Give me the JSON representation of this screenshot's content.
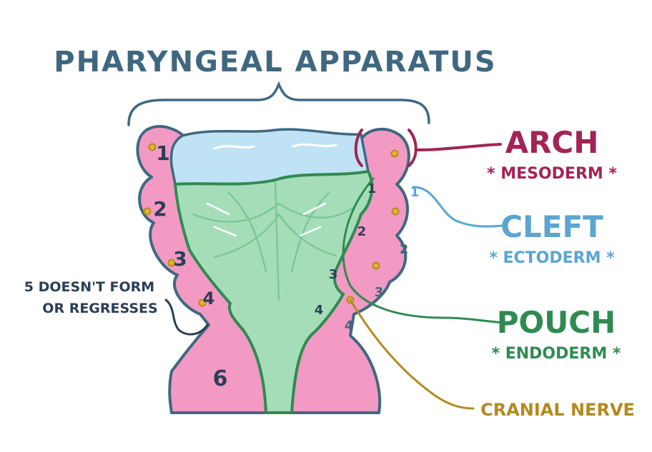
{
  "title": "PHARYNGEAL APPARATUS",
  "labels": {
    "arch": "ARCH",
    "arch_sub": "* MESODERM *",
    "cleft": "CLEFT",
    "cleft_sub": "* ECTODERM *",
    "pouch": "POUCH",
    "pouch_sub": "* ENDODERM *",
    "nerve": "CRANIAL NERVE"
  },
  "note": {
    "line1": "5 DOESN'T FORM",
    "line2": "OR REGRESSES"
  },
  "arch_numbers": [
    "1",
    "2",
    "3",
    "4",
    "6"
  ],
  "pouch_numbers": [
    "1",
    "2",
    "3",
    "4"
  ],
  "cleft_numbers": [
    "1",
    "2",
    "3",
    "4"
  ],
  "colors": {
    "arch": "#a22456",
    "cleft": "#5aa5d2",
    "pouch": "#2f8a52",
    "nerve": "#b48a1e",
    "outline": "#3f6880",
    "pink_fill": "#f29ac4",
    "green_fill": "#a6ddb9",
    "blue_fill": "#bfe3f4"
  }
}
